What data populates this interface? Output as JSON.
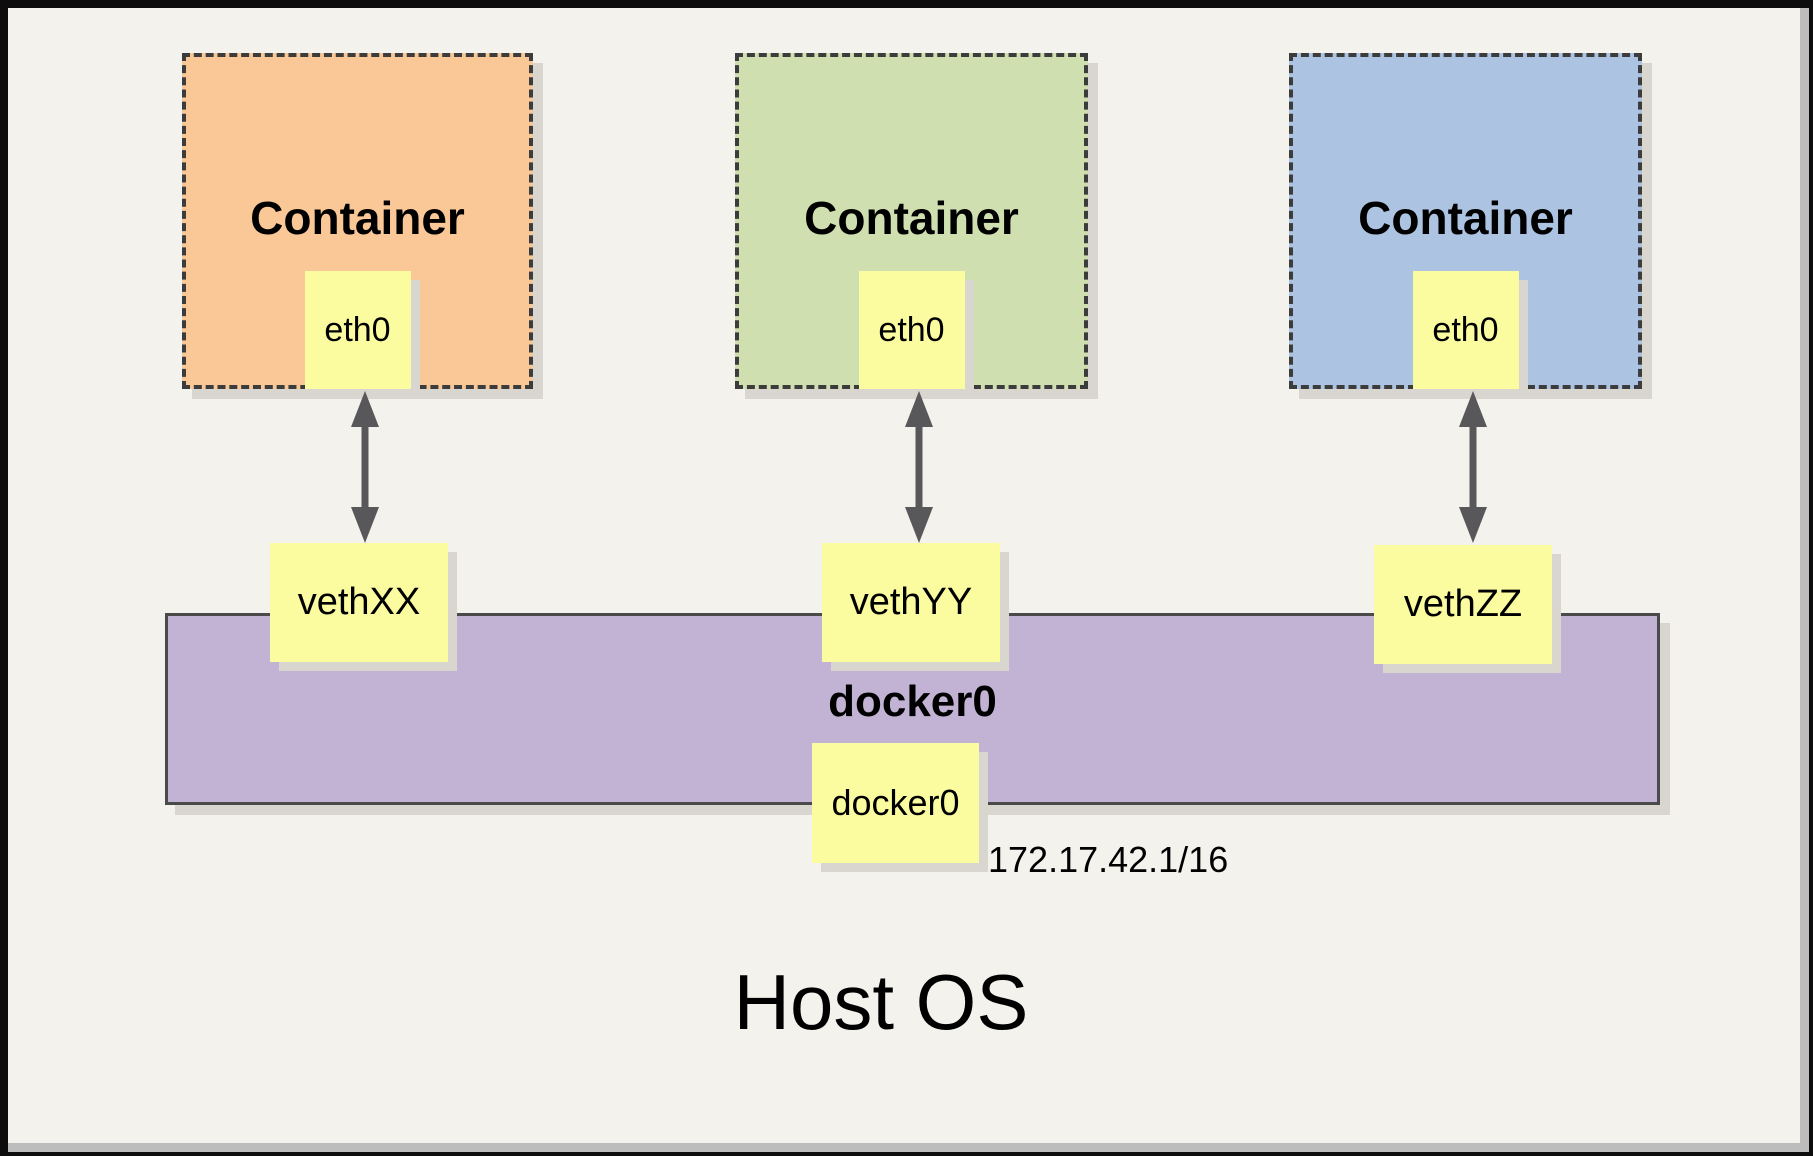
{
  "host": {
    "label": "Host OS"
  },
  "containers": [
    {
      "label": "Container",
      "interface": "eth0",
      "veth": "vethXX",
      "fill": "#FAC797"
    },
    {
      "label": "Container",
      "interface": "eth0",
      "veth": "vethYY",
      "fill": "#CFDFAF"
    },
    {
      "label": "Container",
      "interface": "eth0",
      "veth": "vethZZ",
      "fill": "#ADC3E2"
    }
  ],
  "bridge": {
    "label": "docker0",
    "interface": "docker0",
    "ip": "172.17.42.1/16",
    "fill": "#C2B3D5"
  },
  "colors": {
    "background": "#F4F2EC",
    "note_fill": "#FBFBA0",
    "dashed_border": "#3C3C3C",
    "arrow": "#58585A",
    "shadow": "#D9D6CF",
    "frame": "#0D0D0D",
    "bevel": "#BDBDBD"
  }
}
